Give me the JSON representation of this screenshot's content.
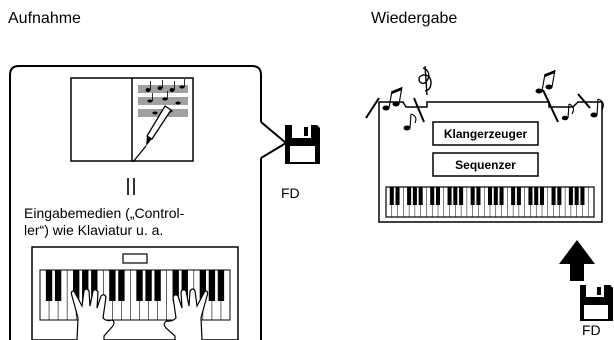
{
  "left": {
    "title": "Aufnahme",
    "caption_line1": "Eingabemedien („Control-",
    "caption_line2": "ler“) wie Klaviatur u. a.",
    "fd_label": "FD",
    "equals_sign": "II"
  },
  "right": {
    "title": "Wiedergabe",
    "box_top_label": "Klangerzeuger",
    "box_bottom_label": "Sequenzer",
    "fd_label": "FD"
  }
}
